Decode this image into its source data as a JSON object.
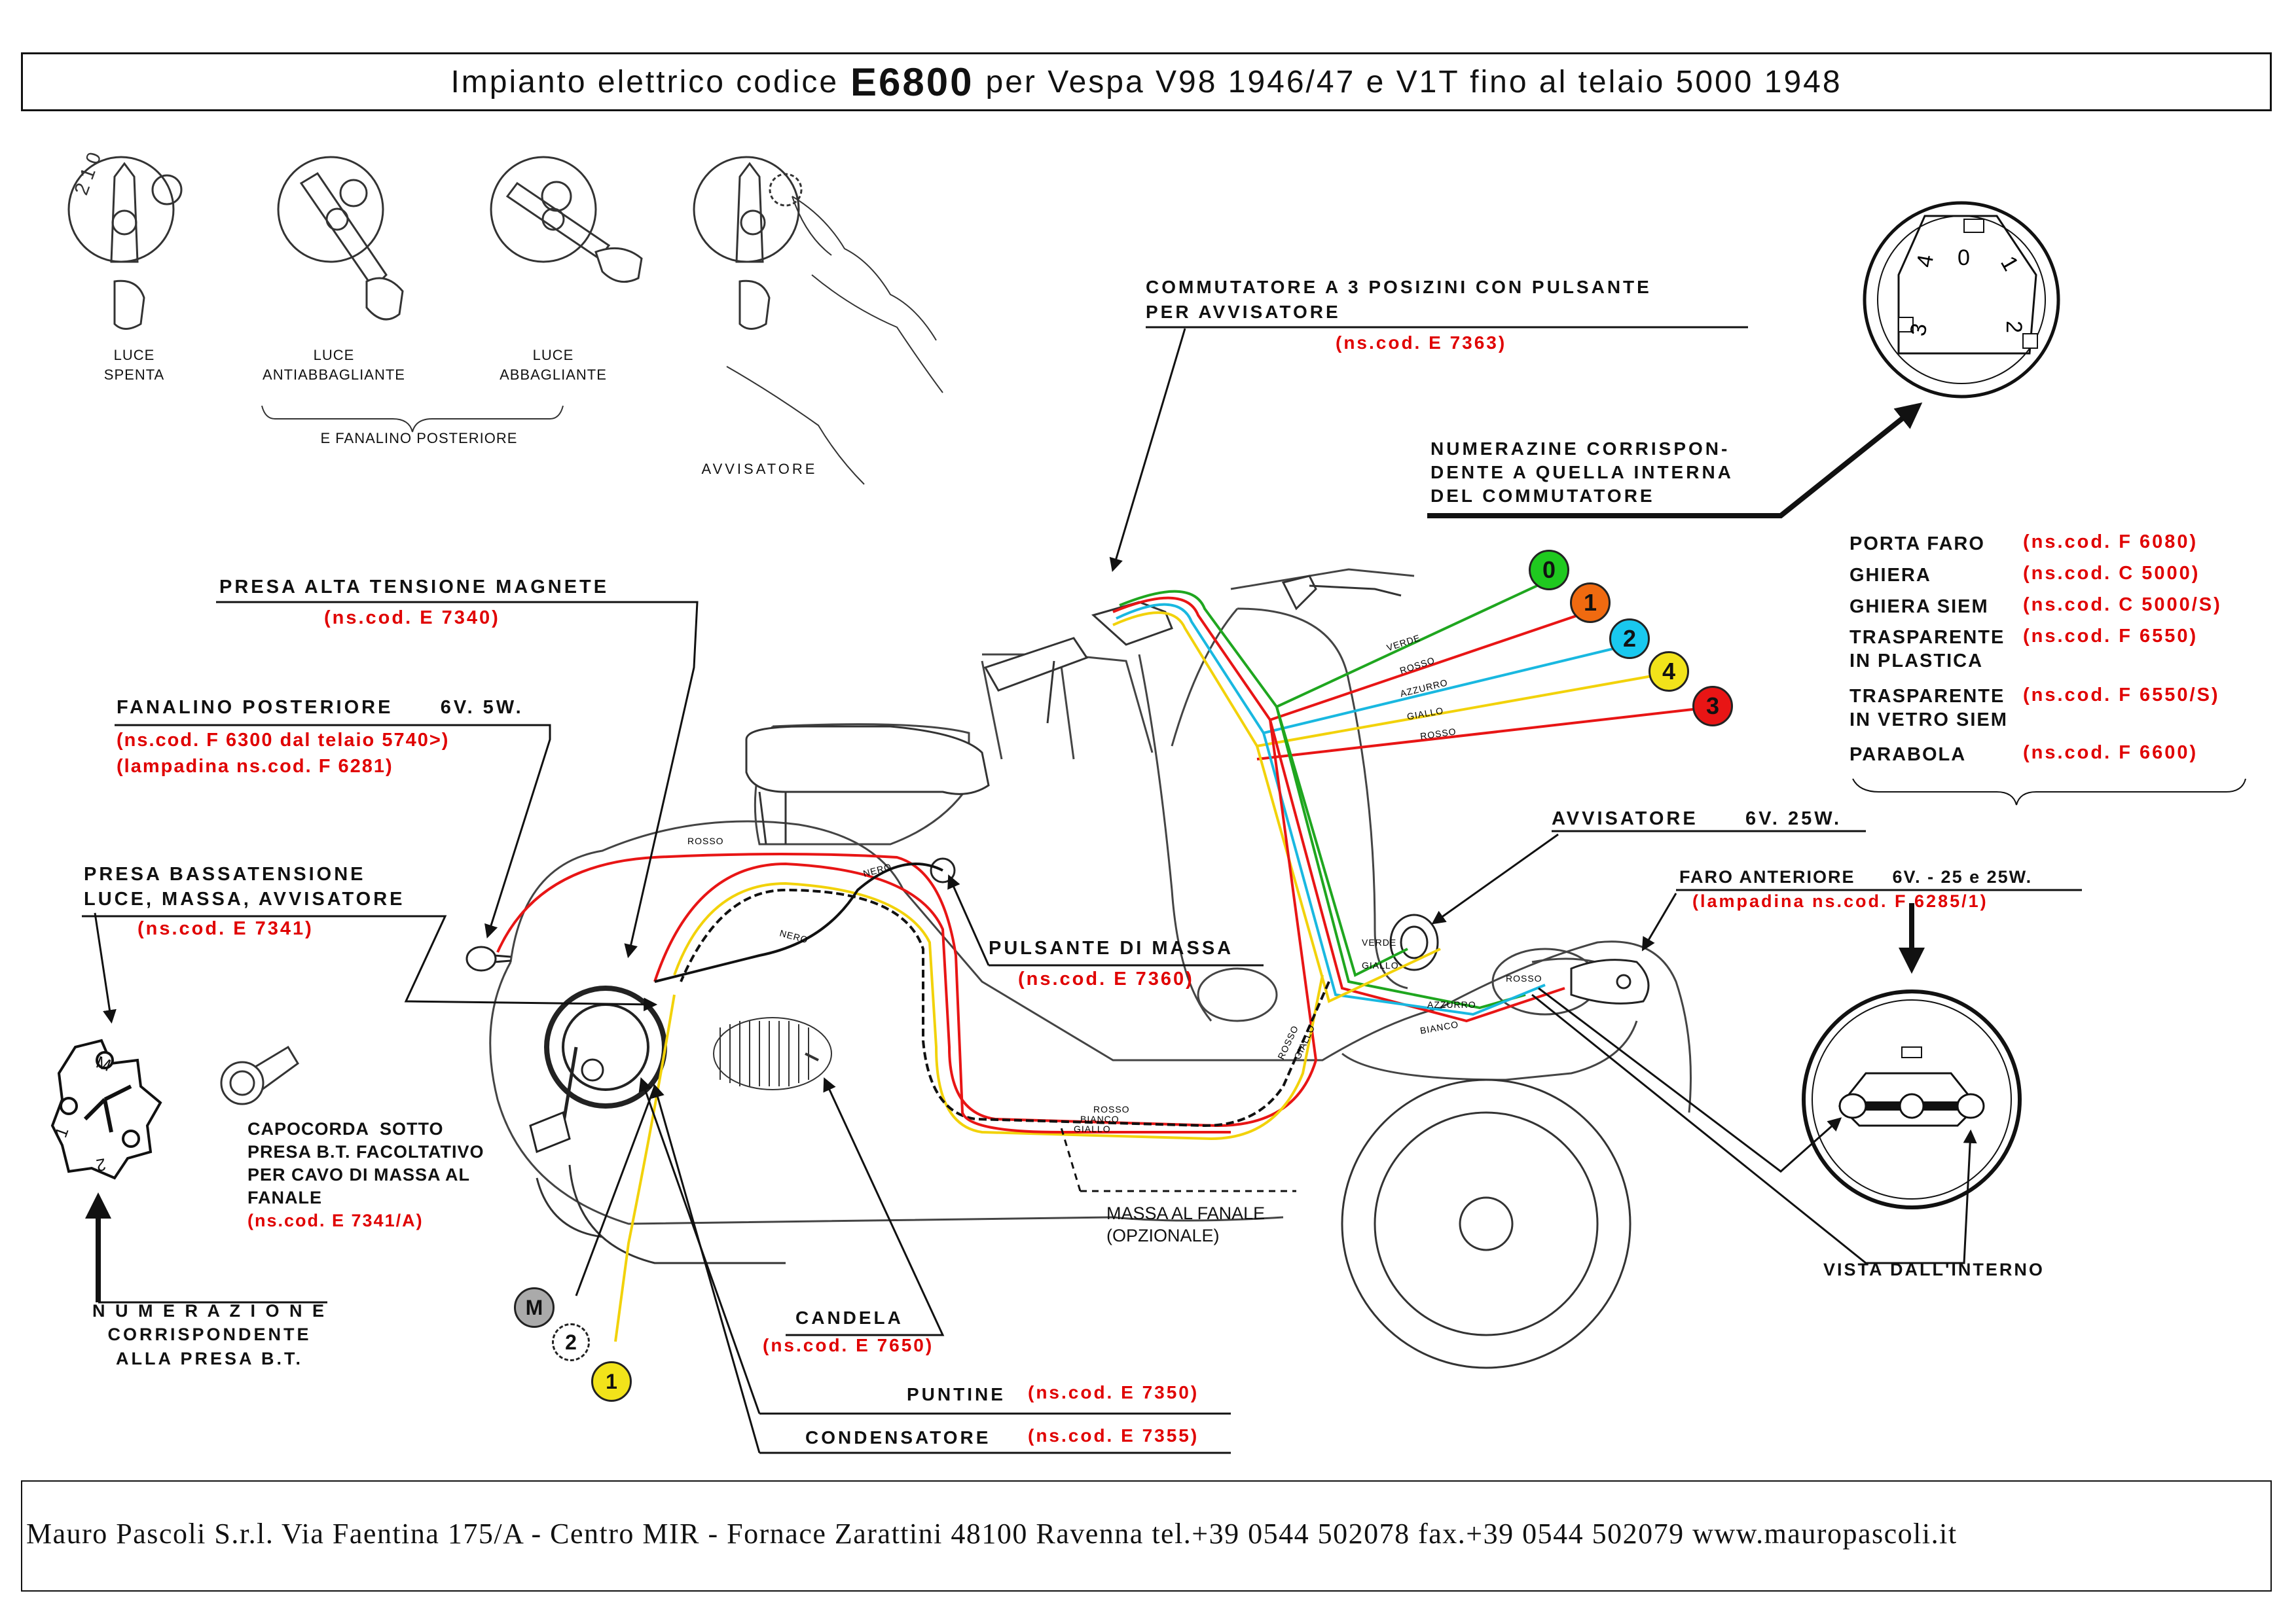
{
  "title": {
    "prefix": "Impianto elettrico codice",
    "code": "E6800",
    "suffix": "per Vespa V98 1946/47 e V1T fino al telaio 5000 1948"
  },
  "switch_positions": {
    "luce_spenta": "LUCE\nSPENTA",
    "luce_anti": "LUCE\nANTIABBAGLIANTE",
    "luce_abb": "LUCE\nABBAGLIANTE",
    "fanalino": "E FANALINO POSTERIORE",
    "avvisatore": "AVVISATORE",
    "dial_digits": "2 1 0"
  },
  "commutatore": {
    "label": "COMMUTATORE A 3 POSIZINI CON PULSANTE\nPER AVVISATORE",
    "code": "(ns.cod. E 7363)"
  },
  "numerazione_comm": {
    "label": "NUMERAZINE CORRISPON-\nDENTE A QUELLA INTERNA\nDEL COMMUTATORE"
  },
  "comm_face_digits": {
    "d4": "4",
    "d0": "0",
    "d1": "1",
    "d3": "3",
    "d2": "2"
  },
  "parts_list": [
    {
      "name": "PORTA FARO",
      "code": "(ns.cod. F 6080)"
    },
    {
      "name": "GHIERA",
      "code": "(ns.cod. C 5000)"
    },
    {
      "name": "GHIERA SIEM",
      "code": "(ns.cod. C 5000/S)"
    },
    {
      "name": "TRASPARENTE\nIN PLASTICA",
      "code": "(ns.cod. F 6550)"
    },
    {
      "name": "TRASPARENTE\nIN VETRO SIEM",
      "code": "(ns.cod. F 6550/S)"
    },
    {
      "name": "PARABOLA",
      "code": "(ns.cod. F 6600)"
    }
  ],
  "presa_alta": {
    "label": "PRESA ALTA TENSIONE MAGNETE",
    "code": "(ns.cod. E 7340)"
  },
  "fanalino_post": {
    "label": "FANALINO POSTERIORE      6V. 5W.",
    "code1": "(ns.cod. F 6300 dal telaio 5740>)",
    "code2": "(lampadina ns.cod. F 6281)"
  },
  "presa_bassa": {
    "label": "PRESA BASSATENSIONE\nLUCE, MASSA, AVVISATORE",
    "code": "(ns.cod. E 7341)"
  },
  "pulsante": {
    "label": "PULSANTE DI MASSA",
    "code": "(ns.cod. E 7360)"
  },
  "avvisatore_horn": {
    "label": "AVVISATORE      6V. 25W."
  },
  "faro": {
    "label": "FARO ANTERIORE      6V. - 25 e 25W.",
    "code": "(lampadina ns.cod. F 6285/1)"
  },
  "capocorda": {
    "label": "CAPOCORDA  SOTTO\nPRESA B.T. FACOLTATIVO\nPER CAVO DI MASSA AL\nFANALE",
    "code": "(ns.cod. E 7341/A)"
  },
  "numerazione_bt": {
    "label": "N U M E R A Z I O N E\nCORRISPONDENTE\nALLA PRESA B.T."
  },
  "massa_fanale": {
    "label": "MASSA AL FANALE\n(OPZIONALE)"
  },
  "candela": {
    "label": "CANDELA",
    "code": "(ns.cod. E 7650)"
  },
  "puntine": {
    "label": "PUNTINE",
    "code": "(ns.cod. E 7350)"
  },
  "condensatore": {
    "label": "CONDENSATORE",
    "code": "(ns.cod. E 7355)"
  },
  "vista": {
    "label": "VISTA DALL'INTERNO"
  },
  "bt_face_digits": {
    "m": "M",
    "one": "1",
    "two": "2"
  },
  "wire_labels": {
    "verde": "VERDE",
    "rosso": "ROSSO",
    "azzurro": "AZZURRO",
    "giallo": "GIALLO",
    "bianco": "BIANCO",
    "nero": "NERO"
  },
  "badges": [
    {
      "text": "0",
      "color": "#1fc91f"
    },
    {
      "text": "1",
      "color": "#f06a10"
    },
    {
      "text": "2",
      "color": "#19c8ef"
    },
    {
      "text": "4",
      "color": "#f2e31a"
    },
    {
      "text": "3",
      "color": "#e81515"
    },
    {
      "text": "M",
      "color": "#aaaaaa"
    },
    {
      "text": "2",
      "color": "#ffffff"
    },
    {
      "text": "1",
      "color": "#f2e31a"
    }
  ],
  "footer": "Mauro Pascoli S.r.l. Via Faentina 175/A - Centro MIR - Fornace Zarattini 48100 Ravenna tel.+39 0544 502078 fax.+39 0544 502079 www.mauropascoli.it"
}
